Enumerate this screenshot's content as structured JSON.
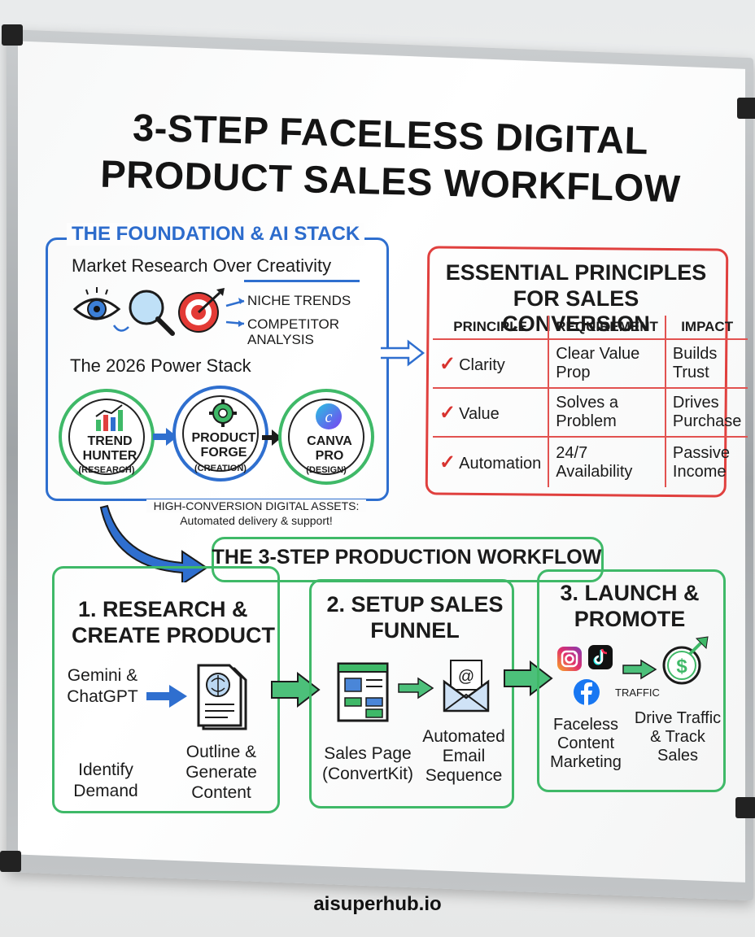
{
  "title": {
    "line1": "3-STEP FACELESS DIGITAL",
    "line2": "PRODUCT SALES WORKFLOW"
  },
  "foundation": {
    "heading": "THE FOUNDATION & AI STACK",
    "subheading": "Market Research Over Creativity",
    "arrow_items": [
      "NICHE TRENDS",
      "COMPETITOR ANALYSIS"
    ],
    "power_stack_label": "The 2026 Power Stack",
    "tools": [
      {
        "name": "TREND HUNTER",
        "sub": "(RESEARCH)"
      },
      {
        "name": "PRODUCT FORGE",
        "sub": "(CREATION)"
      },
      {
        "name": "CANVA PRO",
        "sub": "(DESIGN)"
      }
    ],
    "assets_line1": "HIGH-CONVERSION DIGITAL ASSETS:",
    "assets_line2": "Automated delivery & support!"
  },
  "principles": {
    "heading_line1": "ESSENTIAL PRINCIPLES",
    "heading_line2": "FOR SALES CONVERSION",
    "columns": [
      "PRINCIPLE",
      "REQUIREMENT",
      "IMPACT"
    ],
    "rows": [
      {
        "principle": "Clarity",
        "requirement": "Clear Value Prop",
        "impact": "Builds Trust"
      },
      {
        "principle": "Value",
        "requirement": "Solves a Problem",
        "impact": "Drives Purchase"
      },
      {
        "principle": "Automation",
        "requirement": "24/7 Availability",
        "impact": "Passive Income"
      }
    ]
  },
  "workflow": {
    "heading": "THE 3-STEP PRODUCTION WORKFLOW",
    "step1": {
      "title_line1": "1. RESEARCH &",
      "title_line2": "CREATE PRODUCT",
      "tools": "Gemini & ChatGPT",
      "left_bottom": "Identify Demand",
      "right_bottom": "Outline & Generate Content"
    },
    "step2": {
      "title_line1": "2. SETUP SALES",
      "title_line2": "FUNNEL",
      "left_label": "Sales Page (ConvertKit)",
      "right_label": "Automated Email Sequence"
    },
    "step3": {
      "title_line1": "3. LAUNCH &",
      "title_line2": "PROMOTE",
      "traffic_label": "TRAFFIC",
      "left_label": "Faceless Content Marketing",
      "right_label": "Drive Traffic & Track Sales"
    }
  },
  "footer": "aisuperhub.io",
  "colors": {
    "blue": "#2f6fcf",
    "red": "#e0403e",
    "green": "#3fb968"
  }
}
